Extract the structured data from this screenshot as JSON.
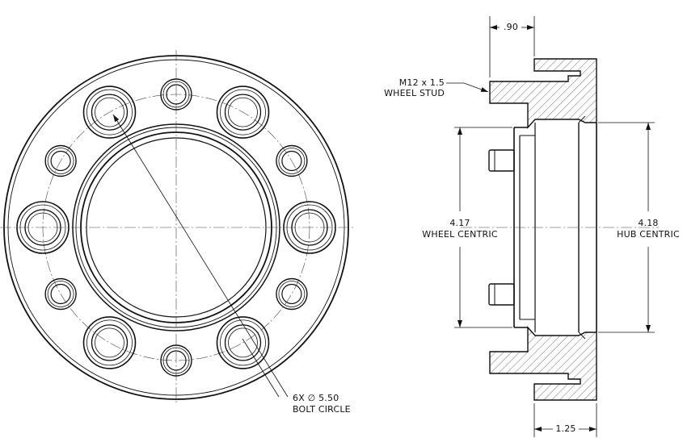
{
  "drawing": {
    "front_view": {
      "bolt_circle_note": {
        "line1": "6X ∅ 5.50",
        "line2": "BOLT CIRCLE"
      }
    },
    "side_view": {
      "dim_thickness_top": ".90",
      "dim_thickness_bottom": "1.25",
      "stud_note": {
        "line1": "M12 x 1.5",
        "line2": "WHEEL STUD"
      },
      "wheel_centric": {
        "value": "4.17",
        "label": "WHEEL CENTRIC"
      },
      "hub_centric": {
        "value": "4.18",
        "label": "HUB CENTRIC"
      }
    }
  },
  "colors": {
    "line": "#111111",
    "background": "#ffffff"
  }
}
